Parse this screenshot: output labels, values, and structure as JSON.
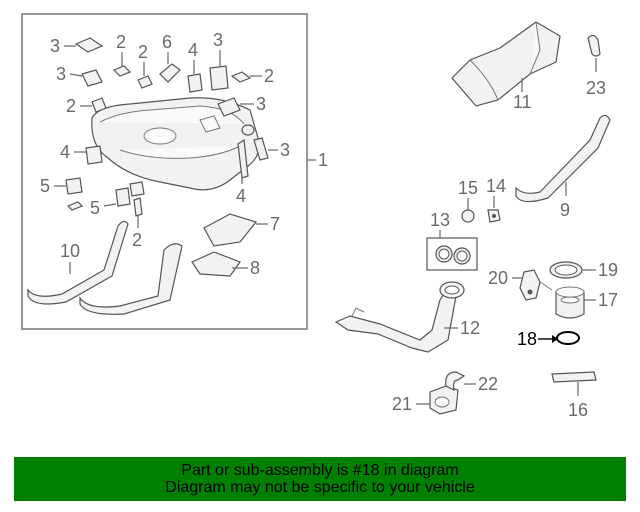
{
  "callouts": {
    "c1": "1",
    "c2": "2",
    "c3": "3",
    "c4": "4",
    "c5": "5",
    "c6": "6",
    "c7": "7",
    "c8": "8",
    "c9": "9",
    "c10": "10",
    "c11": "11",
    "c12": "12",
    "c13": "13",
    "c14": "14",
    "c15": "15",
    "c16": "16",
    "c17": "17",
    "c18": "18",
    "c19": "19",
    "c20": "20",
    "c21": "21",
    "c22": "22",
    "c23": "23"
  },
  "banner": {
    "line1": "Part or sub-assembly is #18 in diagram",
    "line2": "Diagram may not be specific to your vehicle",
    "color": "#008000"
  },
  "highlight": {
    "part": "18",
    "color": "#000000"
  }
}
